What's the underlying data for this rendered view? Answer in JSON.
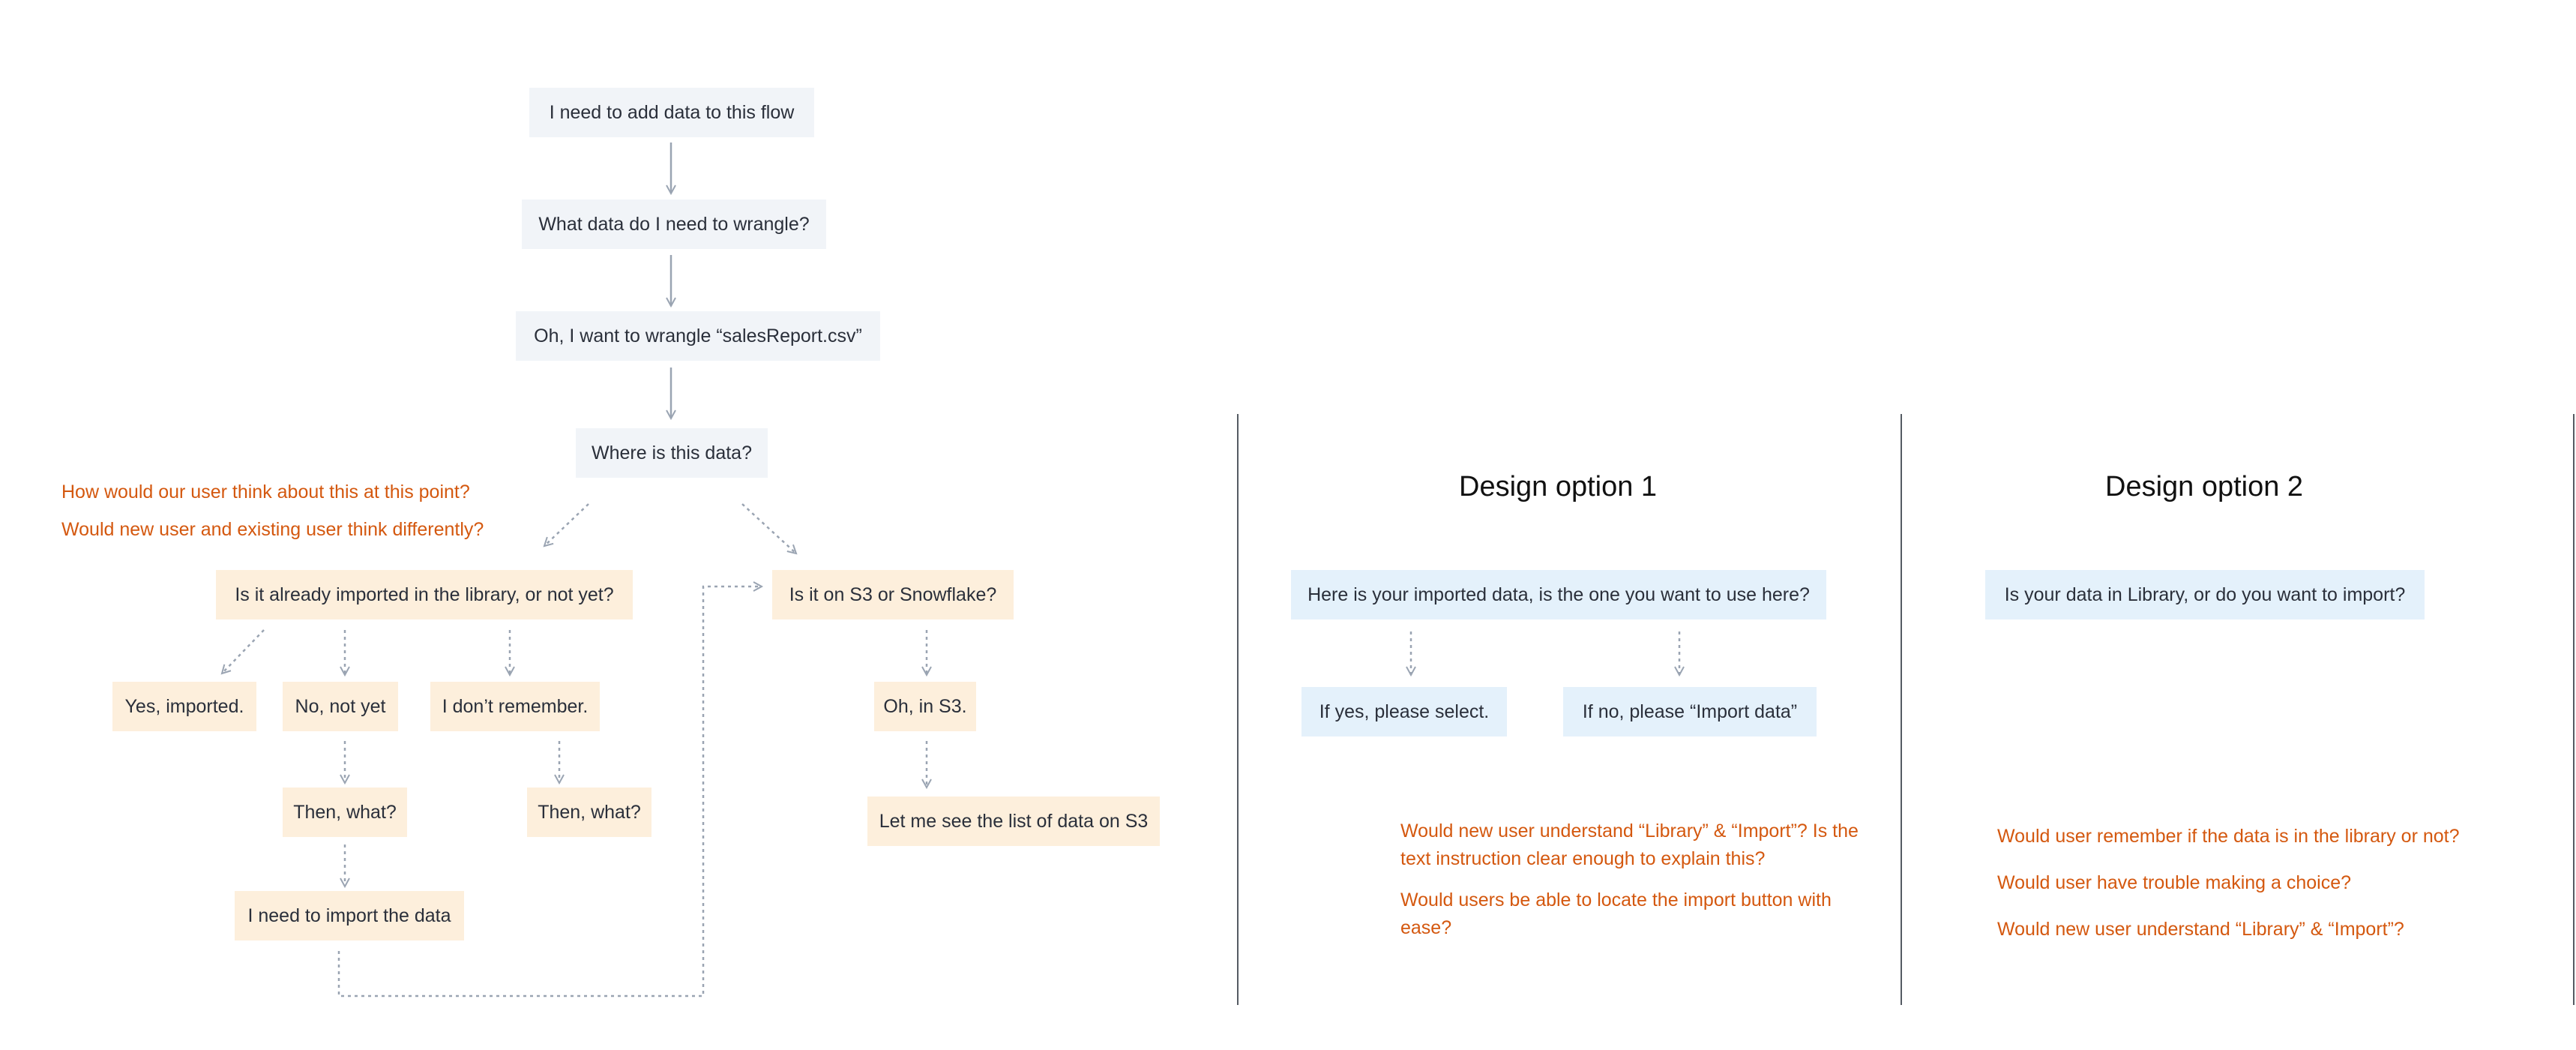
{
  "flow": {
    "q1": "I need to add data to this flow",
    "q2": "What data do I need to wrangle?",
    "q3": "Oh, I want to wrangle “salesReport.csv”",
    "q4": "Where is this data?",
    "library_question": "Is it already imported in the library, or not yet?",
    "yes_imported": "Yes, imported.",
    "no_not_yet": "No, not yet",
    "dont_remember": "I don’t remember.",
    "then_what_1": "Then, what?",
    "then_what_2": "Then, what?",
    "import_data": "I need to import the data",
    "s3_question": "Is it on S3 or Snowflake?",
    "in_s3": "Oh, in S3.",
    "see_list": "Let me see the list of data on S3"
  },
  "flow_notes": [
    "How would our user think about this at this point?",
    "Would new user and existing user think differently?"
  ],
  "option1": {
    "title": "Design option 1",
    "prompt": "Here is your imported data, is the one you want to use here?",
    "yes": "If yes, please select.",
    "no": "If no, please “Import data”",
    "notes": [
      "Would new user understand “Library” & “Import”? Is the text instruction clear enough to explain this?",
      "Would users be able to locate the import button with ease?"
    ]
  },
  "option2": {
    "title": "Design option 2",
    "prompt": "Is your data in Library, or do you want to import?",
    "notes": [
      "Would user remember if the data is in the library or not?",
      "Would user have trouble making a choice?",
      "Would new user understand “Library” & “Import”?"
    ]
  },
  "colors": {
    "question_fill": "#f1f4f8",
    "answer_fill": "#fdefdc",
    "design_fill": "#e4f1fb",
    "note_text": "#d4580f",
    "connector": "#9aa4b2"
  }
}
